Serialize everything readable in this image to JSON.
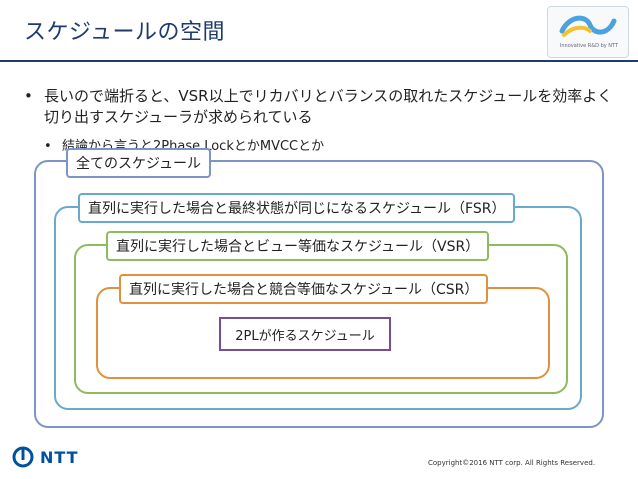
{
  "slide": {
    "title": "スケジュールの空間",
    "bullet_1": "長いので端折ると、VSR以上でリカバリとバランスの取れたスケジュールを効率よく切り出すスケジューラが求められている",
    "bullet_2": "結論から言うと2Phase LockとかMVCCとか"
  },
  "diagram": {
    "all": "全てのスケジュール",
    "fsr": "直列に実行した場合と最終状態が同じになるスケジュール（FSR）",
    "vsr": "直列に実行した場合とビュー等価なスケジュール（VSR）",
    "csr": "直列に実行した場合と競合等価なスケジュール（CSR）",
    "twopl": "2PLが作るスケジュール"
  },
  "logo": {
    "caption": "Innovative R&D by NTT"
  },
  "footer": {
    "brand": "NTT",
    "copyright": "Copyright©2016  NTT corp. All Rights Reserved."
  },
  "colors": {
    "title": "#1f3b6e",
    "box_all": "#7c95c7",
    "box_fsr": "#6aa9cf",
    "box_vsr": "#8dbb5e",
    "box_csr": "#e0913b",
    "box_2pl": "#7a4e8c"
  }
}
